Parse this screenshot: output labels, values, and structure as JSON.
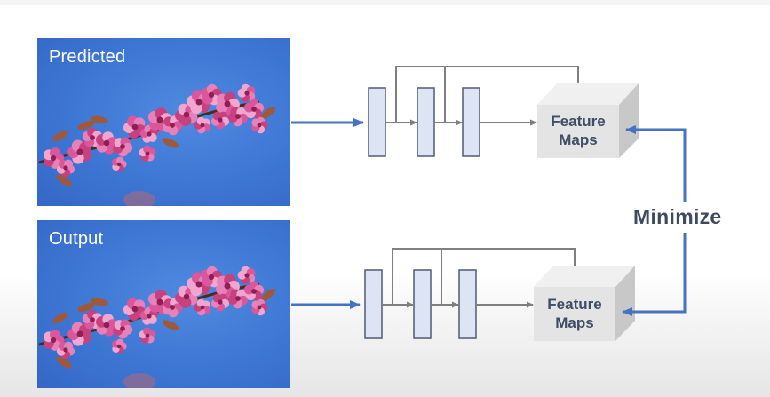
{
  "images": {
    "predicted_label": "Predicted",
    "output_label": "Output"
  },
  "feature_maps": {
    "top_label_line1": "Feature",
    "top_label_line2": "Maps",
    "bottom_label_line1": "Feature",
    "bottom_label_line2": "Maps"
  },
  "loss": {
    "label": "Minimize"
  },
  "colors": {
    "arrow_blue": "#4472c4",
    "network_arrow_gray": "#7f7f7f",
    "layer_fill": "#dde5f4",
    "layer_stroke": "#5a6479",
    "cube_face": "#e4e4e4",
    "sky_blue": "#3e76d4",
    "blossom_pink": "#d9579a"
  }
}
